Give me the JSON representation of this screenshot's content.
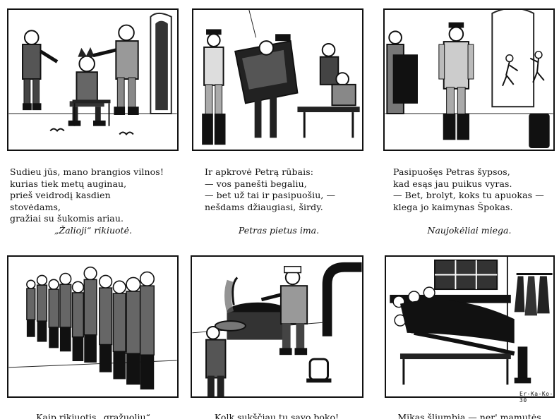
{
  "panels": [
    {
      "caption": "Sudieu jūs, mano brangios vilnos!\nkurias tiek metų auginau,\nprieš veidrodį kasdien  stovėdams,\ngražiai su šukomis ariau.",
      "subtitle": "„Žalioji“ rikiuotė."
    },
    {
      "caption": "Ir apkrovė Petrą rūbais:\n— vos panešti begaliu,\n— bet už tai ir pasipuošiu, —\nnešdams džiaugiasi, širdy.",
      "subtitle": "Petras pietus ima."
    },
    {
      "caption": "Pasipuošęs Petras šypsos,\nkad esąs jau puikus vyras.\n— Bet, brolyt, koks tu apuokas —\nklega jo kaimynas Špokas.",
      "subtitle": "Naujokėliai miega."
    },
    {
      "caption": "Kaip rikiuotis „gražuoliu“",
      "subtitle": ""
    },
    {
      "caption": "Kolk sukščiau tu savo boko!",
      "subtitle": ""
    },
    {
      "caption": "Mikas šliumbia — nęr' mamutės",
      "subtitle": ""
    }
  ],
  "signature": "Er-Ka-Ko-30"
}
